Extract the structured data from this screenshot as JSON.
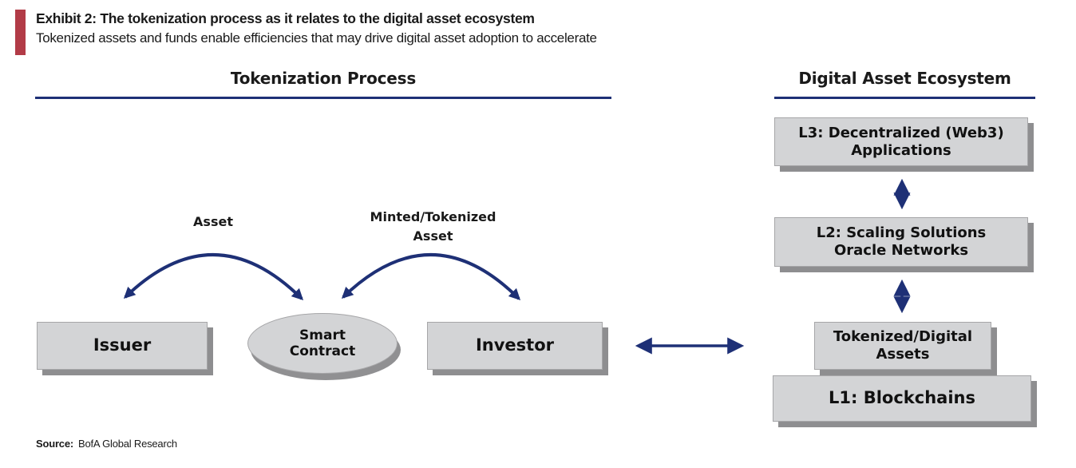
{
  "header": {
    "exhibit_title": "Exhibit 2: The tokenization process as it relates to the digital asset ecosystem",
    "subtitle": "Tokenized assets and funds enable efficiencies that may drive digital asset adoption to accelerate"
  },
  "tokenization_process": {
    "section_title": "Tokenization Process",
    "issuer_label": "Issuer",
    "smart_contract_label": "Smart\nContract",
    "investor_label": "Investor",
    "asset_flow_label": "Asset",
    "minted_flow_label": "Minted/Tokenized\nAsset"
  },
  "digital_asset_ecosystem": {
    "section_title": "Digital Asset Ecosystem",
    "l3_label": "L3: Decentralized (Web3)\nApplications",
    "l2_label": "L2: Scaling Solutions\nOracle Networks",
    "tokenized_assets_label": "Tokenized/Digital\nAssets",
    "l1_label": "L1: Blockchains"
  },
  "footer": {
    "source_label": "Source:",
    "source_text": "BofA Global Research"
  },
  "colors": {
    "arrow_navy": "#1e3076",
    "box_fill": "#d3d4d6",
    "box_shadow": "#8e8e90",
    "accent_red": "#b23b47"
  }
}
